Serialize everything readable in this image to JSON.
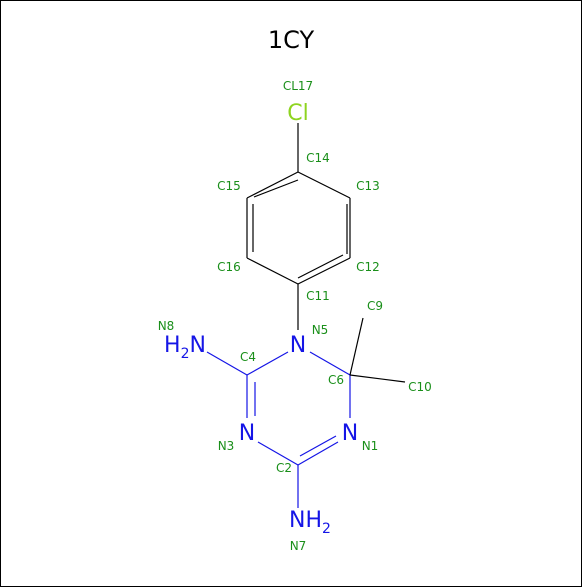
{
  "title": "1CY",
  "colors": {
    "bond": "#000000",
    "bond_nitrogen": "#1515e6",
    "bond_chlorine": "#8ed420",
    "atom_label": "#1a8f1a",
    "nitrogen": "#1515e6",
    "chlorine": "#8ed420"
  },
  "atoms": {
    "cl17": {
      "element": "Cl",
      "label": "CL17"
    },
    "c14": {
      "label": "C14"
    },
    "c15": {
      "label": "C15"
    },
    "c13": {
      "label": "C13"
    },
    "c16": {
      "label": "C16"
    },
    "c12": {
      "label": "C12"
    },
    "c11": {
      "label": "C11"
    },
    "n5": {
      "element": "N",
      "label": "N5"
    },
    "c9": {
      "label": "C9"
    },
    "n8": {
      "element": "H2N",
      "label": "N8"
    },
    "c4": {
      "label": "C4"
    },
    "c6": {
      "label": "C6"
    },
    "c10": {
      "label": "C10"
    },
    "n3": {
      "element": "N",
      "label": "N3"
    },
    "n1": {
      "element": "N",
      "label": "N1"
    },
    "c2": {
      "label": "C2"
    },
    "n7": {
      "element": "NH2",
      "label": "N7"
    }
  }
}
